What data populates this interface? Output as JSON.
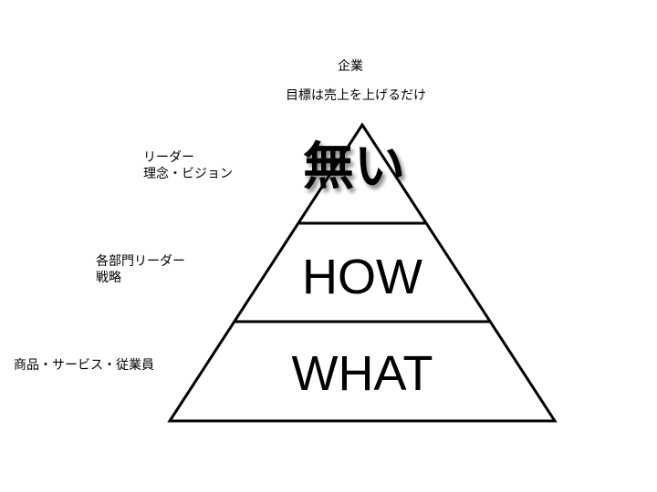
{
  "top": {
    "title": "企業",
    "subtitle": "目標は売上を上げるだけ"
  },
  "left_labels": [
    {
      "line1": "リーダー",
      "line2": "理念・ビジョン"
    },
    {
      "line1": "各部門リーダー",
      "line2": "戦略"
    },
    {
      "line1": "商品・サービス・従業員"
    }
  ],
  "pyramid": {
    "top": "無い",
    "middle": "HOW",
    "bottom": "WHAT"
  }
}
